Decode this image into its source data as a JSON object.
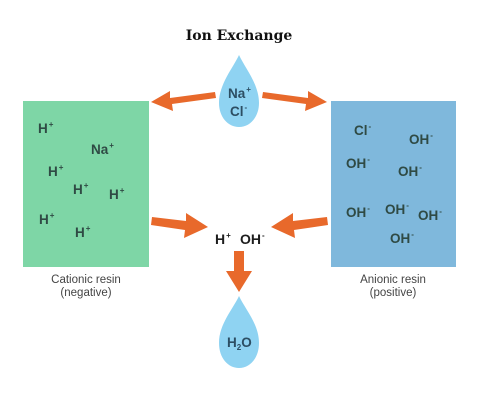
{
  "title": "Ion Exchange",
  "drop_top": {
    "ion1": "Na",
    "ion1_charge": "+",
    "ion2": "Cl",
    "ion2_charge": "-"
  },
  "cationic": {
    "ions": [
      {
        "symbol": "H",
        "charge": "+"
      },
      {
        "symbol": "Na",
        "charge": "+"
      },
      {
        "symbol": "H",
        "charge": "+"
      },
      {
        "symbol": "H",
        "charge": "+"
      },
      {
        "symbol": "H",
        "charge": "+"
      },
      {
        "symbol": "H",
        "charge": "+"
      },
      {
        "symbol": "H",
        "charge": "+"
      }
    ],
    "caption_line1": "Cationic resin",
    "caption_line2": "(negative)"
  },
  "anionic": {
    "ions": [
      {
        "symbol": "Cl",
        "charge": "-"
      },
      {
        "symbol": "OH",
        "charge": "-"
      },
      {
        "symbol": "OH",
        "charge": "-"
      },
      {
        "symbol": "OH",
        "charge": "-"
      },
      {
        "symbol": "OH",
        "charge": "-"
      },
      {
        "symbol": "OH",
        "charge": "-"
      },
      {
        "symbol": "OH",
        "charge": "-"
      },
      {
        "symbol": "OH",
        "charge": "-"
      }
    ],
    "caption_line1": "Anionic resin",
    "caption_line2": "(positive)"
  },
  "center": {
    "h": "H",
    "h_charge": "+",
    "oh": "OH",
    "oh_charge": "-"
  },
  "drop_bottom": {
    "h": "H",
    "sub": "2",
    "o": "O"
  },
  "colors": {
    "cationic_resin": "#7ed6a6",
    "anionic_resin": "#7fb8dc",
    "drop": "#8fd3f2",
    "arrow": "#e8692b"
  }
}
